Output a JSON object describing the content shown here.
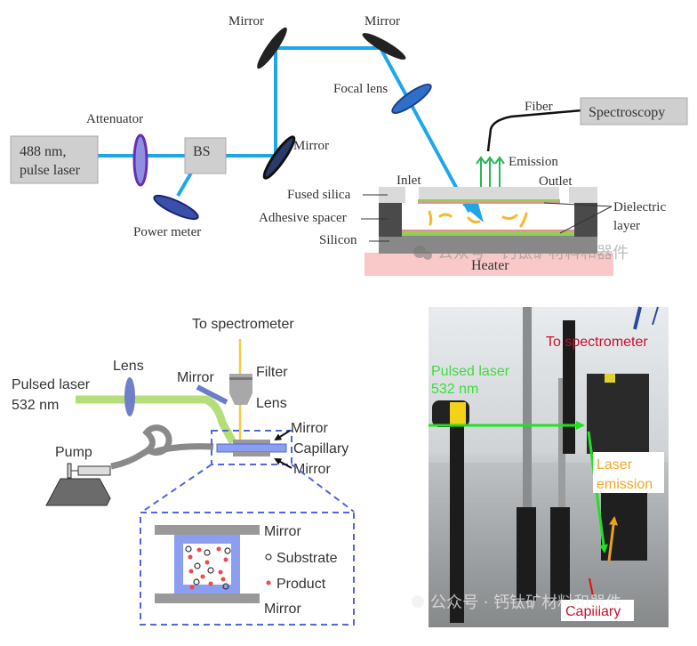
{
  "colors": {
    "laser_blue": "#1ea7e8",
    "laser_green": "#a8d860",
    "emission_yellow": "#f5c945",
    "capillary_blue": "#8c9ef0",
    "dashed_blue": "#5068d8",
    "heater_pink": "#f9c9c9",
    "dielectric_green": "#8fcf5a",
    "dielectric_red": "#e89090",
    "photo_green_text": "#3ddc3d",
    "photo_red_text": "#c8102e",
    "photo_orange_text": "#f0a828"
  },
  "top_diagram": {
    "laser_box": {
      "line1": "488 nm,",
      "line2": "pulse laser"
    },
    "attenuator": "Attenuator",
    "beam_splitter": "BS",
    "power_meter": "Power meter",
    "mirror_top_left": "Mirror",
    "mirror_top_right": "Mirror",
    "mirror_lower": "Mirror",
    "focal_lens": "Focal lens",
    "fiber": "Fiber",
    "spectroscopy": "Spectroscopy",
    "emission": "Emission",
    "inlet": "Inlet",
    "outlet": "Outlet",
    "fused_silica": "Fused silica",
    "adhesive_spacer": "Adhesive spacer",
    "silicon": "Silicon",
    "dielectric_line1": "Dielectric",
    "dielectric_line2": "layer",
    "heater": "Heater"
  },
  "bottom_left_diagram": {
    "to_spectrometer": "To spectrometer",
    "pulsed_laser_line1": "Pulsed laser",
    "pulsed_laser_line2": "532 nm",
    "lens": "Lens",
    "mirror": "Mirror",
    "filter": "Filter",
    "lens2": "Lens",
    "mirror_top": "Mirror",
    "capillary": "Capillary",
    "mirror_bottom": "Mirror",
    "pump": "Pump",
    "inset": {
      "mirror_top": "Mirror",
      "substrate": "Substrate",
      "product": "Product",
      "mirror_bottom": "Mirror"
    }
  },
  "photo": {
    "to_spectrometer": "To spectrometer",
    "pulsed_laser_line1": "Pulsed laser",
    "pulsed_laser_line2": "532 nm",
    "laser_emission_line1": "Laser",
    "laser_emission_line2": "emission",
    "capillary": "Capillary"
  },
  "watermark": {
    "text": "公众号 · 钙钛矿材料和器件"
  }
}
